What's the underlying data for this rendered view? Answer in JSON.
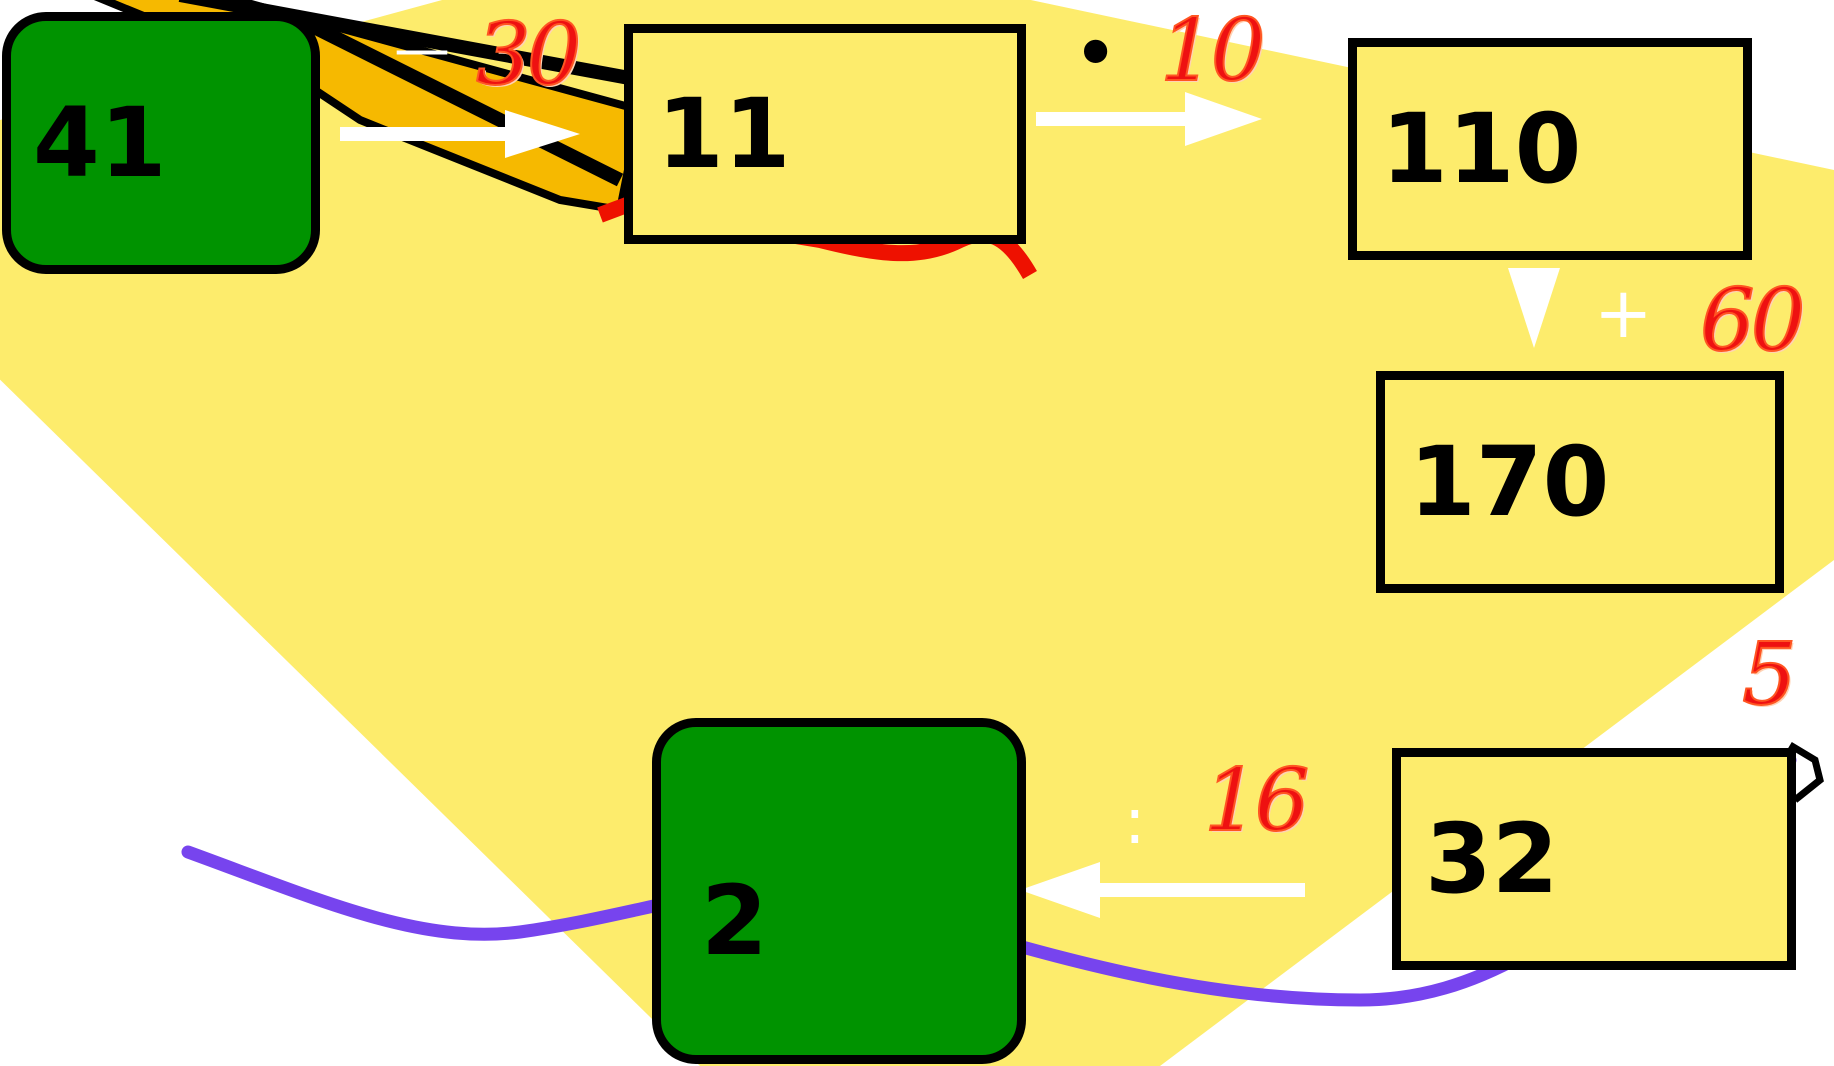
{
  "diagram": {
    "boxes": {
      "start": "41",
      "step1": "11",
      "step2": "110",
      "step3": "170",
      "step4": "32",
      "finish": "2"
    },
    "operations": [
      {
        "id": "minus",
        "operator": "—",
        "operand": "30"
      },
      {
        "id": "times",
        "operator": "•",
        "operand": "10"
      },
      {
        "id": "plus",
        "operator": "+",
        "operand": "60"
      },
      {
        "id": "divide-5",
        "operator": ":",
        "operand": "5"
      },
      {
        "id": "divide-16",
        "operator": ":",
        "operand": "16"
      }
    ]
  },
  "colors": {
    "background_shape": "#fdec6c",
    "box_fill": "#fdec6c",
    "start_finish_fill": "#009300",
    "arrow": "#ffffff",
    "operand_text": "#ee1111",
    "pencil_body": "#f6b900",
    "wave_line": "#7744ee"
  }
}
